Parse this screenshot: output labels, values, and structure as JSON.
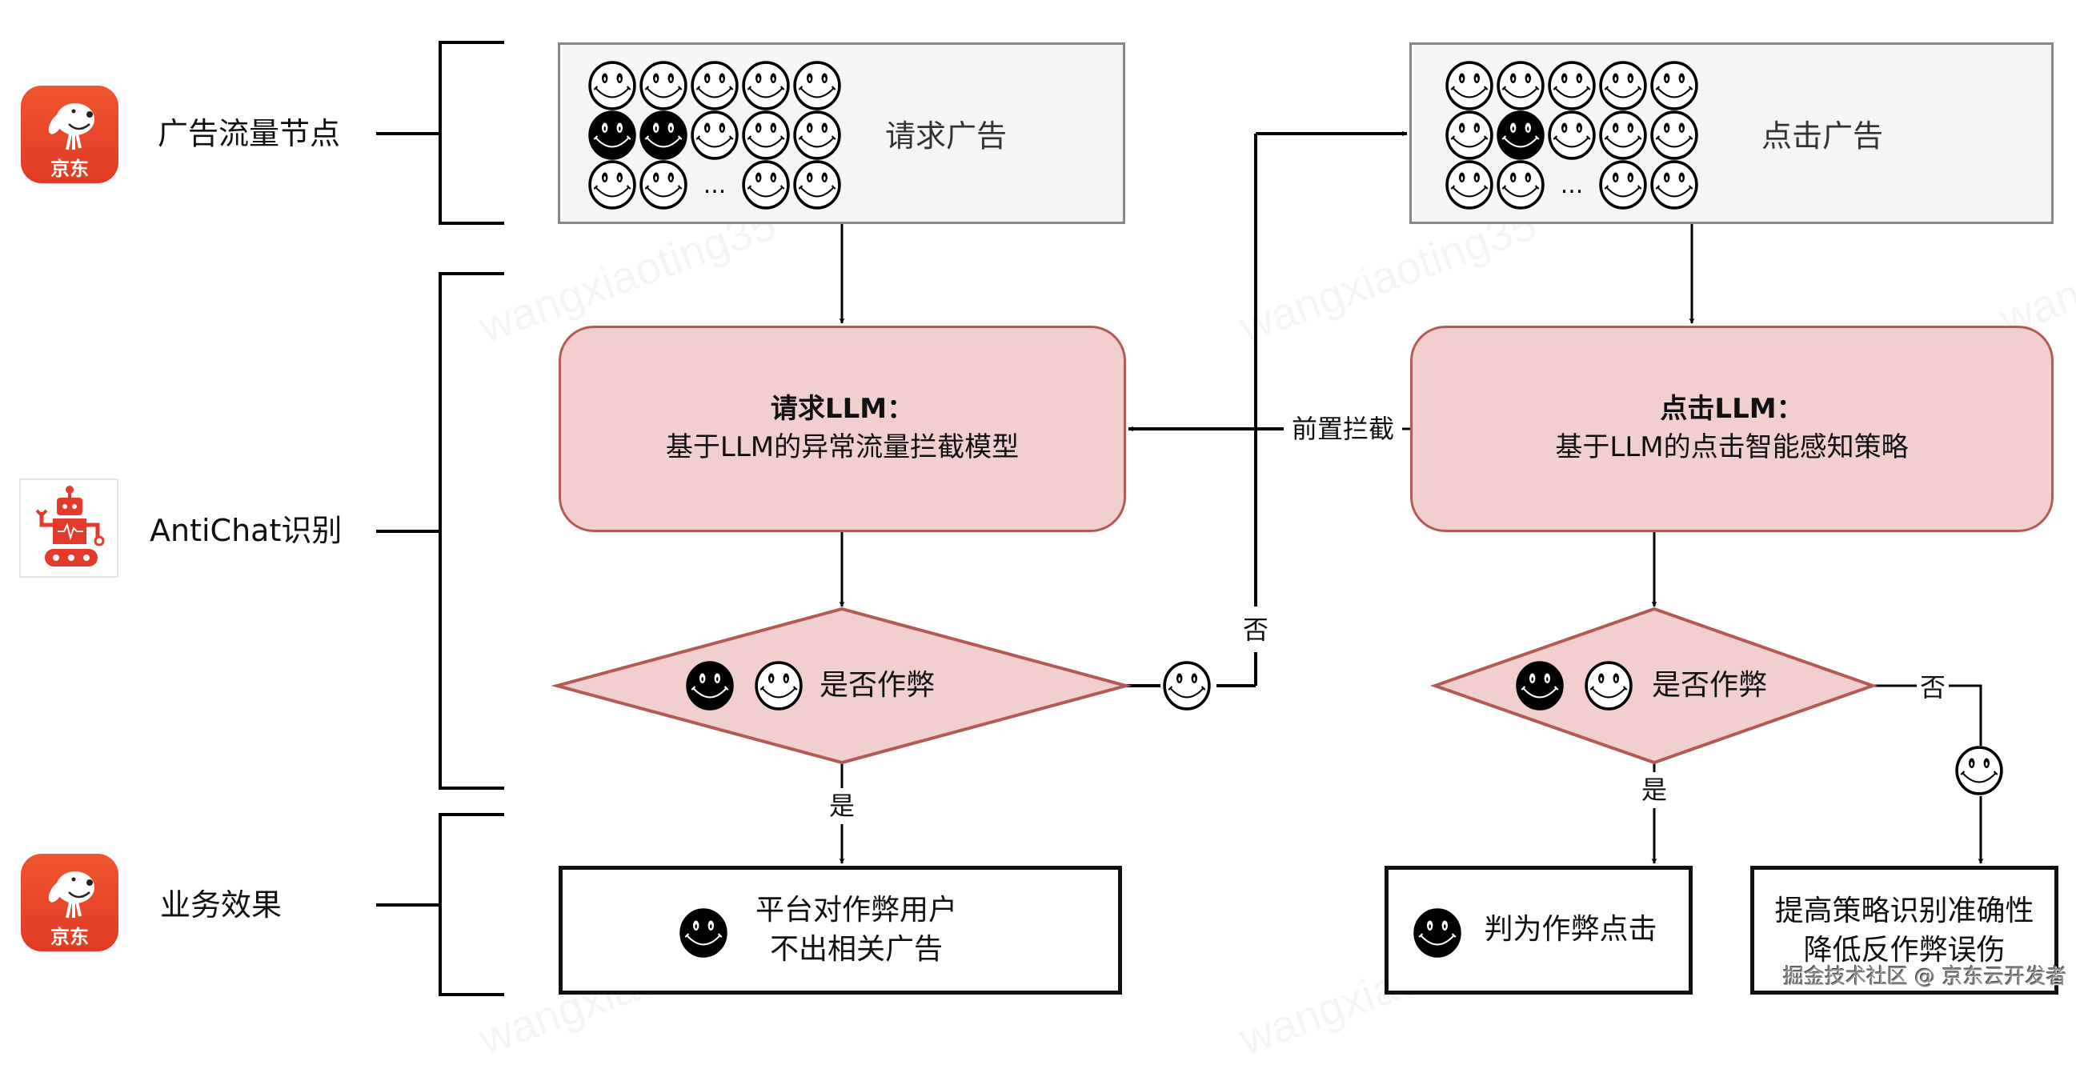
{
  "lanes": [
    {
      "label": "广告流量节点",
      "icon": "jd-logo-icon",
      "icon_text": "京东"
    },
    {
      "label": "AntiChat识别",
      "icon": "robot-icon"
    },
    {
      "label": "业务效果",
      "icon": "jd-logo-icon",
      "icon_text": "京东"
    }
  ],
  "traffic": {
    "request_box": {
      "label": "请求广告",
      "ellipsis": "...",
      "grid": [
        [
          "w",
          "w",
          "w",
          "w",
          "w"
        ],
        [
          "b",
          "b",
          "w",
          "w",
          "w"
        ],
        [
          "w",
          "w",
          "gap",
          "w",
          "w"
        ]
      ]
    },
    "click_box": {
      "label": "点击广告",
      "ellipsis": "...",
      "grid": [
        [
          "w",
          "w",
          "w",
          "w",
          "w"
        ],
        [
          "w",
          "b",
          "w",
          "w",
          "w"
        ],
        [
          "w",
          "w",
          "gap",
          "w",
          "w"
        ]
      ]
    }
  },
  "models": {
    "request_llm": {
      "title": "请求LLM：",
      "subtitle": "基于LLM的异常流量拦截模型"
    },
    "click_llm": {
      "title": "点击LLM：",
      "subtitle": "基于LLM的点击智能感知策略"
    }
  },
  "decisions": {
    "request": {
      "label": "是否作弊",
      "yes": "是",
      "no": "否"
    },
    "click": {
      "label": "是否作弊",
      "yes": "是",
      "no": "否"
    }
  },
  "edges": {
    "pre_intercept": "前置拦截"
  },
  "outcomes": {
    "request_block": {
      "line1": "平台对作弊用户",
      "line2": "不出相关广告"
    },
    "click_fraud": {
      "line1": "判为作弊点击"
    },
    "click_improve": {
      "line1": "提高策略识别准确性",
      "line2": "降低反作弊误伤"
    }
  },
  "watermark": "wangxiaoting35",
  "footer": "掘金技术社区 @ 京东云开发者",
  "colors": {
    "jd_red": "#e8432a",
    "model_fill": "#f2cfcf",
    "model_stroke": "#b35a55",
    "traffic_fill": "#f5f5f5",
    "traffic_stroke": "#888888"
  }
}
